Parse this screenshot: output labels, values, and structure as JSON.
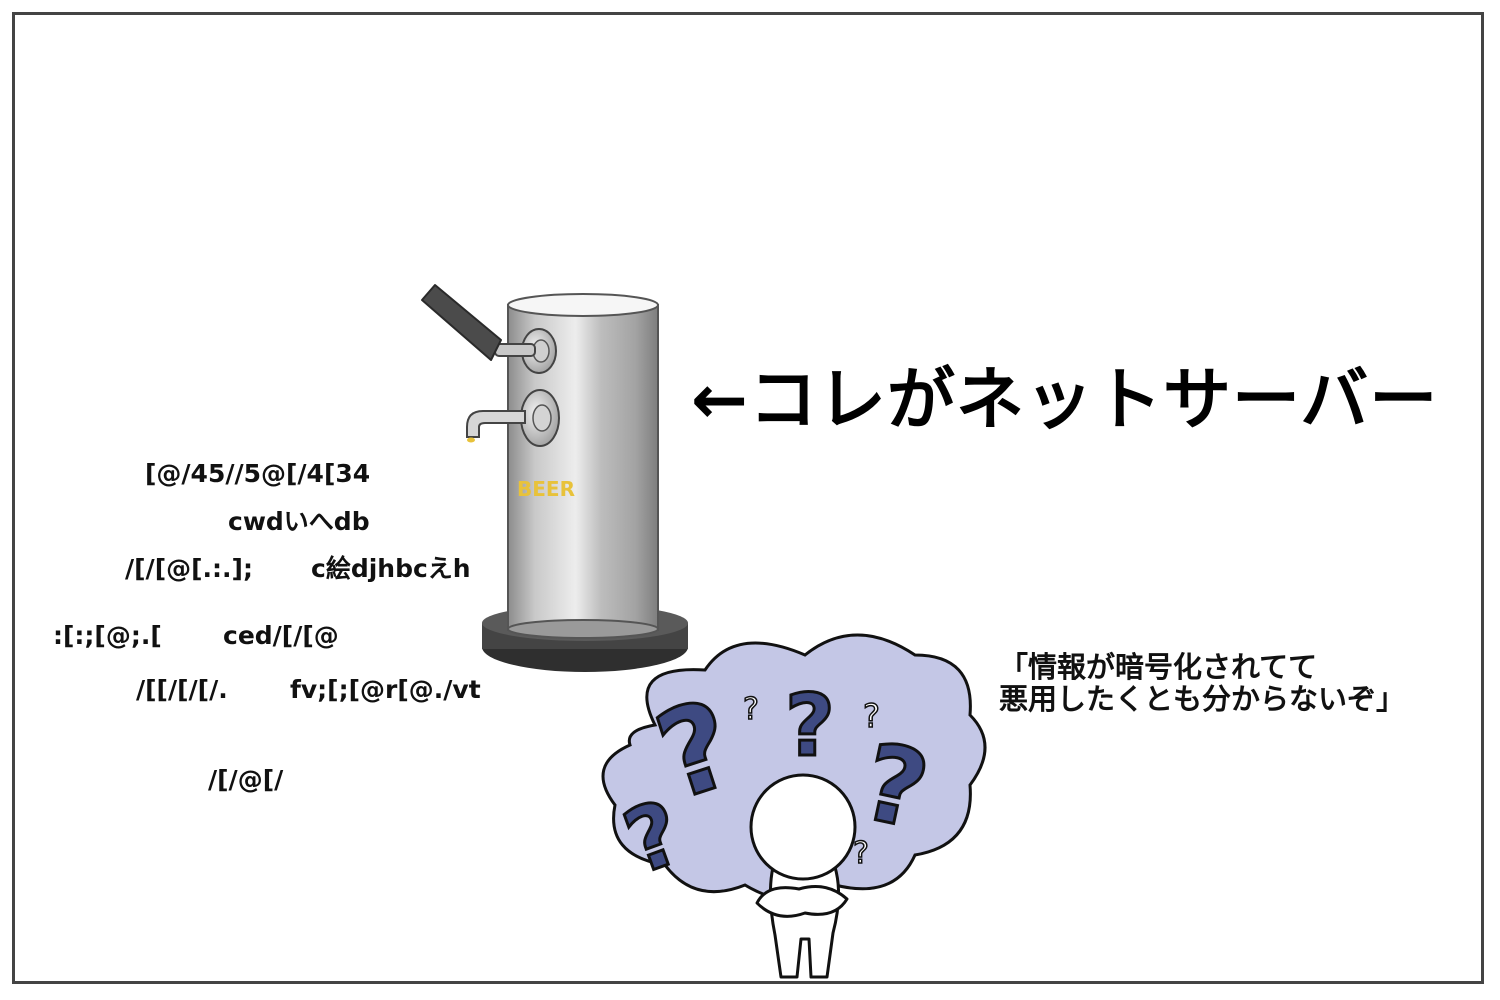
{
  "caption": {
    "label": "←コレがネットサーバー"
  },
  "server": {
    "beer_label": "BEER"
  },
  "encrypted_text": [
    "[@/45//5@[/4[34",
    "cwdいへdb",
    "/[/[@[.:.];",
    "c絵djhbcえh",
    ":[:;[@;.[",
    "ced/[/[@",
    "/[[/[/[/.",
    "fv;[;[@r[@./vt",
    "/[/@[/"
  ],
  "speech": {
    "line1": "「情報が暗号化されてて",
    "line2": "悪用したくとも分からないぞ」"
  },
  "colors": {
    "cloud": "#c4c7e6",
    "question_mark": "#3e4a82",
    "server_body": "#b7b7b7",
    "beer_label": "#e8c23a"
  }
}
